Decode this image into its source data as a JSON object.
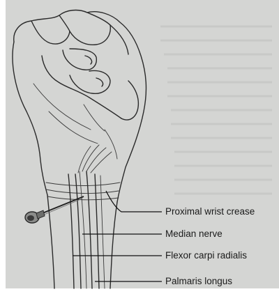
{
  "figure": {
    "labels": {
      "proximal_wrist_crease": "Proximal wrist crease",
      "median_nerve": "Median nerve",
      "flexor_carpi_radialis": "Flexor carpi radialis",
      "palmaris_longus": "Palmaris longus"
    },
    "colors": {
      "page": "#d4d5d3",
      "ink": "#2a2a2a",
      "background": "#ffffff"
    }
  }
}
